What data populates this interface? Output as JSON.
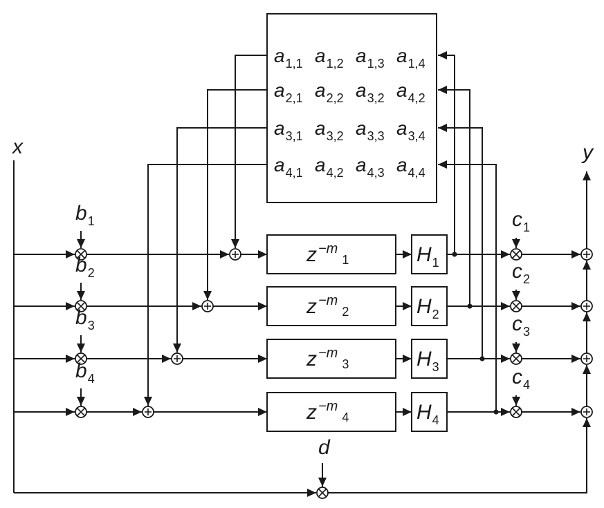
{
  "labels": {
    "input": "x",
    "output": "y",
    "direct_gain": "d"
  },
  "matrix": {
    "rows": [
      [
        [
          "a",
          "1,1"
        ],
        [
          "a",
          "1,2"
        ],
        [
          "a",
          "1,3"
        ],
        [
          "a",
          "1,4"
        ]
      ],
      [
        [
          "a",
          "2,1"
        ],
        [
          "a",
          "2,2"
        ],
        [
          "a",
          "3,2"
        ],
        [
          "a",
          "4,2"
        ]
      ],
      [
        [
          "a",
          "3,1"
        ],
        [
          "a",
          "3,2"
        ],
        [
          "a",
          "3,3"
        ],
        [
          "a",
          "3,4"
        ]
      ],
      [
        [
          "a",
          "4,1"
        ],
        [
          "a",
          "4,2"
        ],
        [
          "a",
          "4,3"
        ],
        [
          "a",
          "4,4"
        ]
      ]
    ]
  },
  "channels": [
    {
      "b": "b",
      "b_sub": "1",
      "delay_base": "z",
      "delay_sup": "−m",
      "delay_sub": "1",
      "filter": "H",
      "filter_sub": "1",
      "c": "c",
      "c_sub": "1"
    },
    {
      "b": "b",
      "b_sub": "2",
      "delay_base": "z",
      "delay_sup": "−m",
      "delay_sub": "2",
      "filter": "H",
      "filter_sub": "2",
      "c": "c",
      "c_sub": "2"
    },
    {
      "b": "b",
      "b_sub": "3",
      "delay_base": "z",
      "delay_sup": "−m",
      "delay_sub": "3",
      "filter": "H",
      "filter_sub": "3",
      "c": "c",
      "c_sub": "3"
    },
    {
      "b": "b",
      "b_sub": "4",
      "delay_base": "z",
      "delay_sup": "−m",
      "delay_sub": "4",
      "filter": "H",
      "filter_sub": "4",
      "c": "c",
      "c_sub": "4"
    }
  ]
}
